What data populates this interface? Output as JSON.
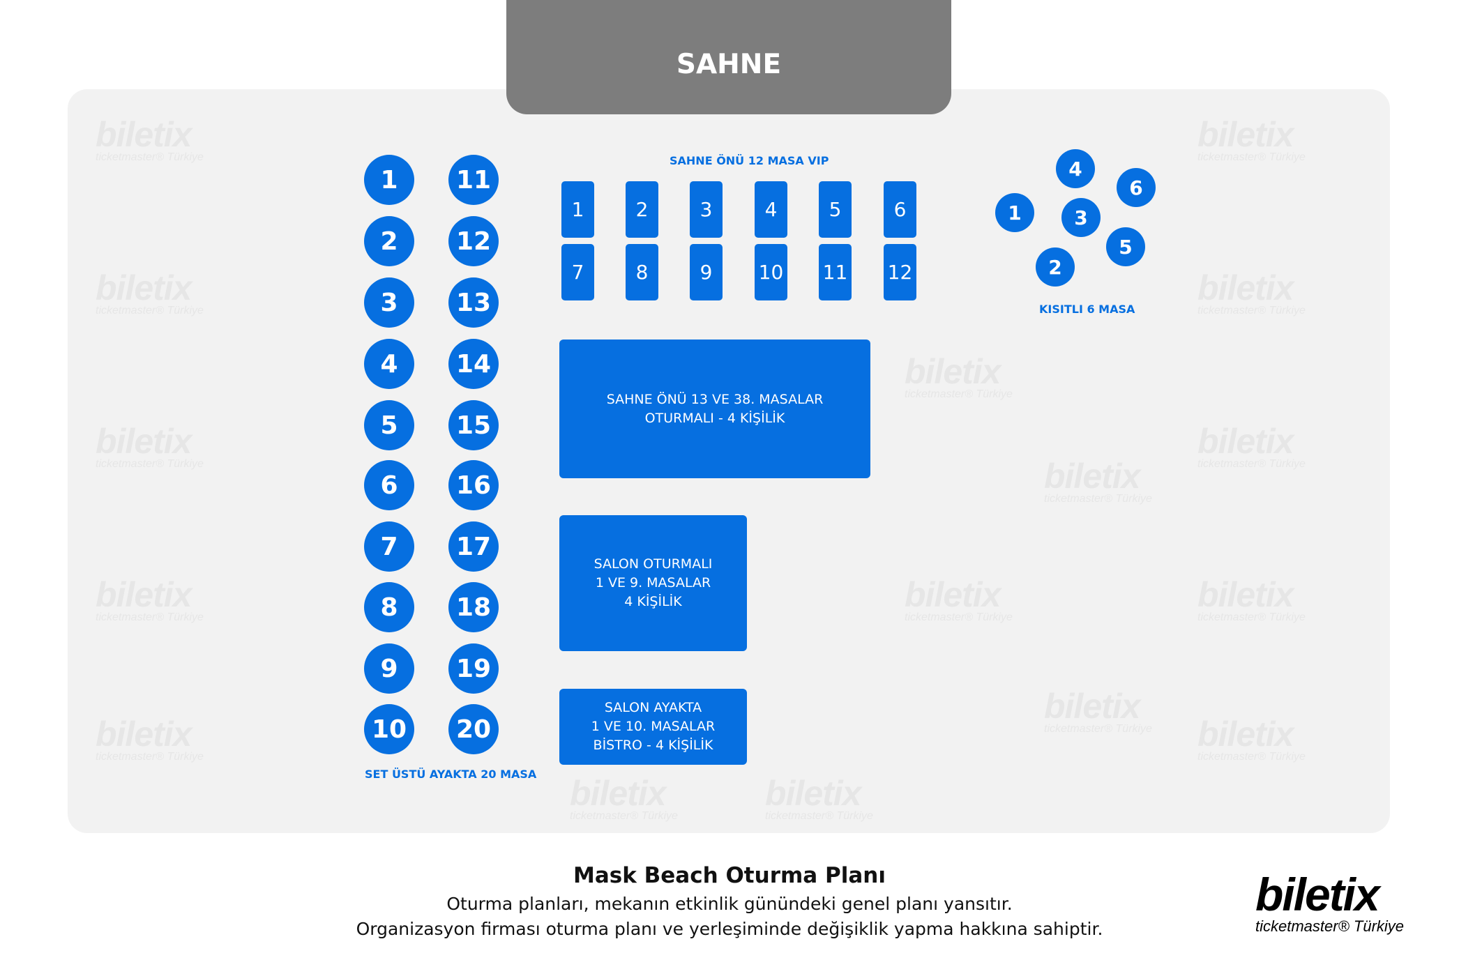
{
  "stage": {
    "label": "SAHNE"
  },
  "watermark": {
    "brand": "biletix",
    "sub": "ticketmaster® Türkiye"
  },
  "set_ustu": {
    "label": "SET ÜSTÜ AYAKTA 20 MASA",
    "left_column": [
      "1",
      "2",
      "3",
      "4",
      "5",
      "6",
      "7",
      "8",
      "9",
      "10"
    ],
    "right_column": [
      "11",
      "12",
      "13",
      "14",
      "15",
      "16",
      "17",
      "18",
      "19",
      "20"
    ]
  },
  "vip": {
    "label": "SAHNE ÖNÜ 12 MASA VIP",
    "row1": [
      "1",
      "2",
      "3",
      "4",
      "5",
      "6"
    ],
    "row2": [
      "7",
      "8",
      "9",
      "10",
      "11",
      "12"
    ]
  },
  "kisitli": {
    "label": "KISITLI 6 MASA",
    "tables": [
      "1",
      "2",
      "3",
      "4",
      "5",
      "6"
    ]
  },
  "zones": {
    "sahne_onu": [
      "SAHNE ÖNÜ 13 VE 38. MASALAR",
      "OTURMALI - 4 KİŞİLİK"
    ],
    "salon_oturmali": [
      "SALON OTURMALI",
      "1 VE 9. MASALAR",
      "4 KİŞİLİK"
    ],
    "salon_ayakta": [
      "SALON AYAKTA",
      "1 VE 10. MASALAR",
      "BİSTRO - 4 KİŞİLİK"
    ]
  },
  "footer": {
    "title": "Mask Beach Oturma Planı",
    "line1": "Oturma planları, mekanın etkinlik günündeki genel planı yansıtır.",
    "line2": "Organizasyon firması oturma planı ve yerleşiminde değişiklik yapma hakkına sahiptir.",
    "logo_brand": "biletix",
    "logo_sub": "ticketmaster® Türkiye"
  },
  "colors": {
    "accent": "#066fe0",
    "stage": "#7d7d7d",
    "panel": "#f2f2f2"
  }
}
